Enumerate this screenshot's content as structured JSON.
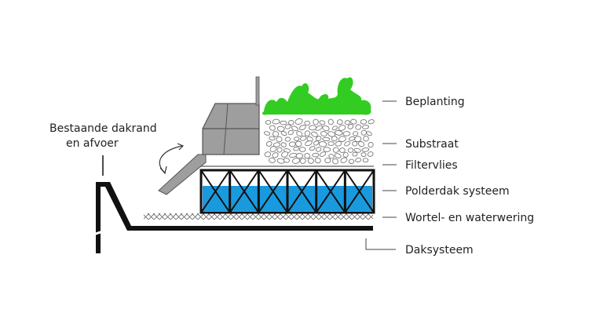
{
  "colors": {
    "line": "#111111",
    "plant": "#33cc22",
    "water": "#1a9ade",
    "gray_box": "#9e9e9e",
    "leader": "#444444"
  },
  "diagram": {
    "left_label": {
      "line1": "Bestaande dakrand",
      "line2": "en afvoer"
    },
    "layers": [
      {
        "label": "Beplanting"
      },
      {
        "label": "Substraat"
      },
      {
        "label": "Filtervlies"
      },
      {
        "label": "Polderdak systeem"
      },
      {
        "label": "Wortel- en waterwering"
      },
      {
        "label": "Daksysteem"
      }
    ]
  }
}
